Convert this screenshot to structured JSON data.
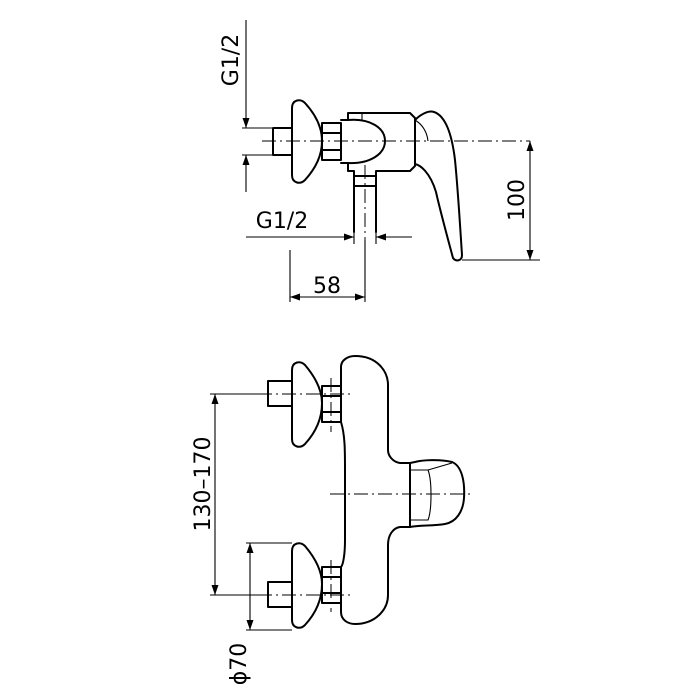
{
  "diagram": {
    "side_view": {
      "label_inlet_thread": "G1/2",
      "label_outlet_thread": "G1/2",
      "label_depth": "58",
      "label_height": "100"
    },
    "front_view": {
      "label_centers": "130–170",
      "label_diameter": "ϕ70"
    },
    "colors": {
      "line": "#000000",
      "background": "#ffffff"
    }
  }
}
